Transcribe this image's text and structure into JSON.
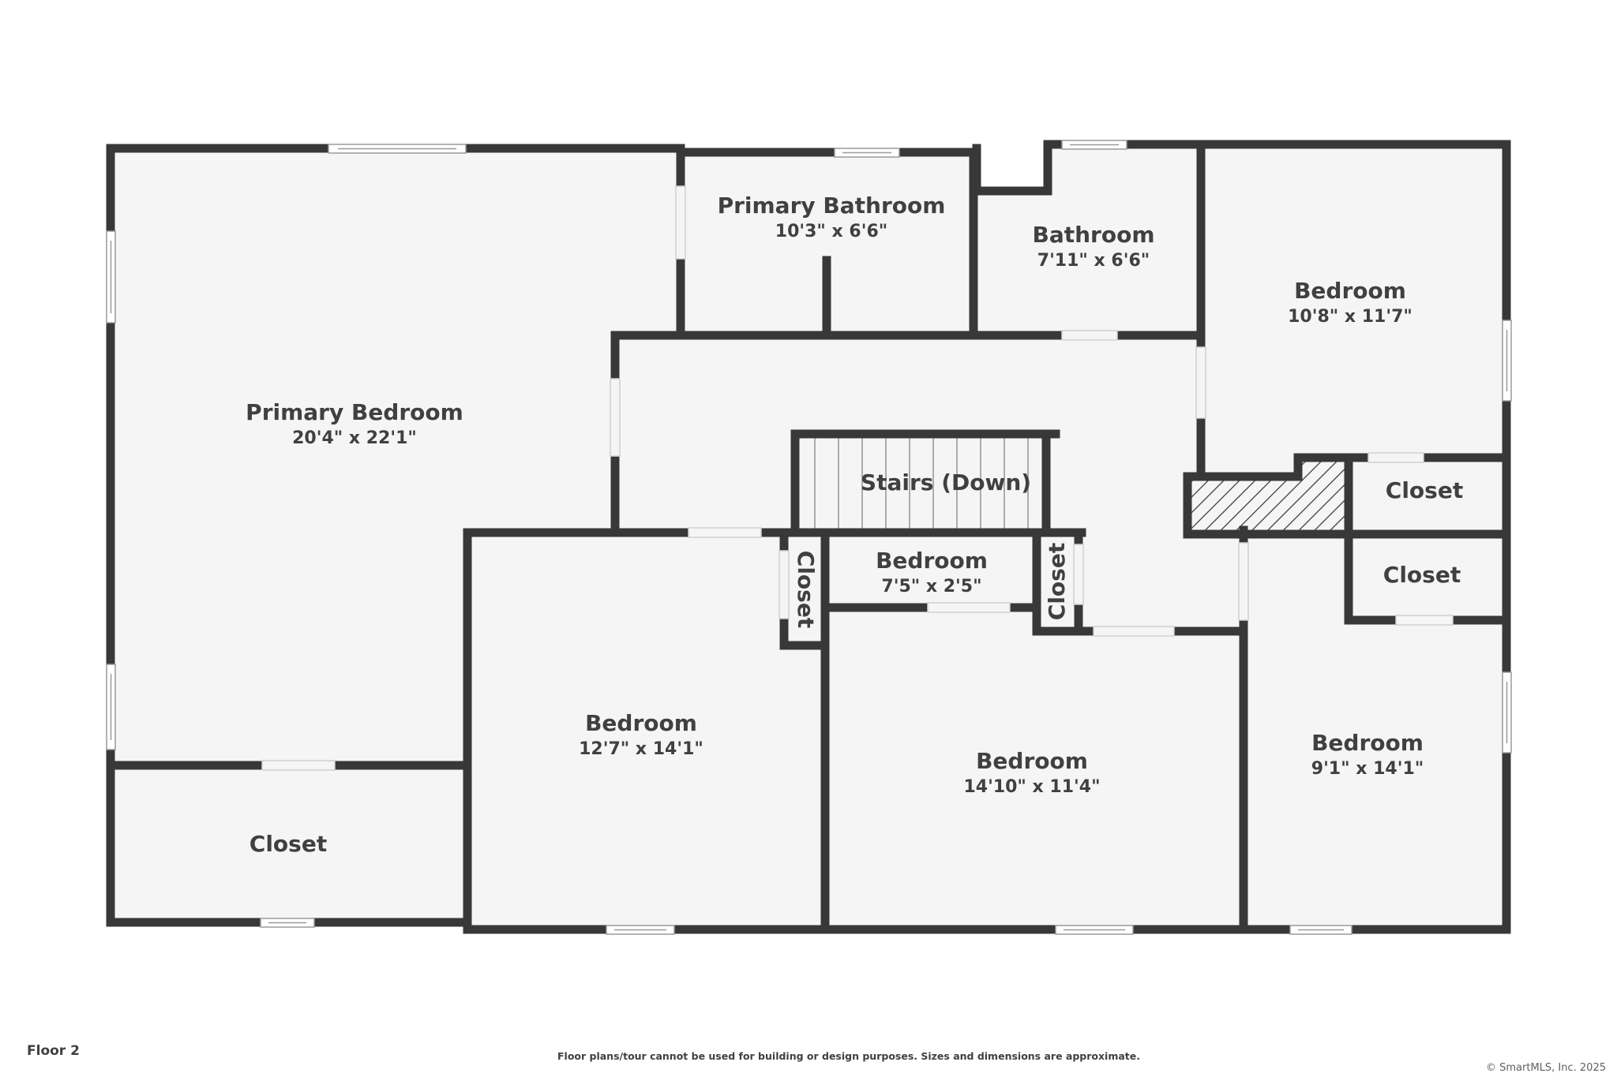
{
  "floor_label": "Floor 2",
  "disclaimer": "Floor plans/tour cannot be used for building or design purposes. Sizes and dimensions are approximate.",
  "copyright": "© SmartMLS, Inc. 2025",
  "colors": {
    "wall": "#383838",
    "floor": "#f5f5f5",
    "label_text": "#404040",
    "window_frame": "#9a9a9a"
  },
  "rooms": {
    "primary_bedroom": {
      "name": "Primary Bedroom",
      "dims": "20'4\" x 22'1\""
    },
    "primary_bathroom": {
      "name": "Primary Bathroom",
      "dims": "10'3\" x 6'6\""
    },
    "bathroom": {
      "name": "Bathroom",
      "dims": "7'11\" x 6'6\""
    },
    "bedroom_ne": {
      "name": "Bedroom",
      "dims": "10'8\" x 11'7\""
    },
    "stairs": {
      "name": "Stairs (Down)"
    },
    "closet_east_upper": {
      "name": "Closet"
    },
    "closet_east_lower": {
      "name": "Closet"
    },
    "bedroom_small": {
      "name": "Bedroom",
      "dims": "7'5\" x 2'5\""
    },
    "closet_vertical_left": {
      "name": "Closet"
    },
    "closet_vertical_right": {
      "name": "Closet"
    },
    "bedroom_sw": {
      "name": "Bedroom",
      "dims": "12'7\" x 14'1\""
    },
    "bedroom_s": {
      "name": "Bedroom",
      "dims": "14'10\" x 11'4\""
    },
    "bedroom_se": {
      "name": "Bedroom",
      "dims": "9'1\" x 14'1\""
    },
    "closet_west": {
      "name": "Closet"
    }
  }
}
